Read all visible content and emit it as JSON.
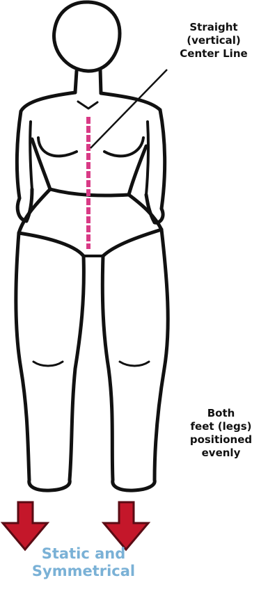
{
  "annotations": {
    "center_line": [
      "Straight",
      "(vertical)",
      "Center Line"
    ],
    "feet": [
      "Both",
      "feet (legs)",
      "positioned",
      "evenly"
    ]
  },
  "caption": [
    "Static and",
    "Symmetrical"
  ],
  "colors": {
    "outline": "#111111",
    "center_line": "#d93a86",
    "arrow_fill": "#c4172a",
    "arrow_dark": "#5a0b14",
    "caption": "#7ab1d6"
  },
  "icons": {
    "arrows": [
      "down-arrow-icon",
      "down-arrow-icon"
    ]
  }
}
